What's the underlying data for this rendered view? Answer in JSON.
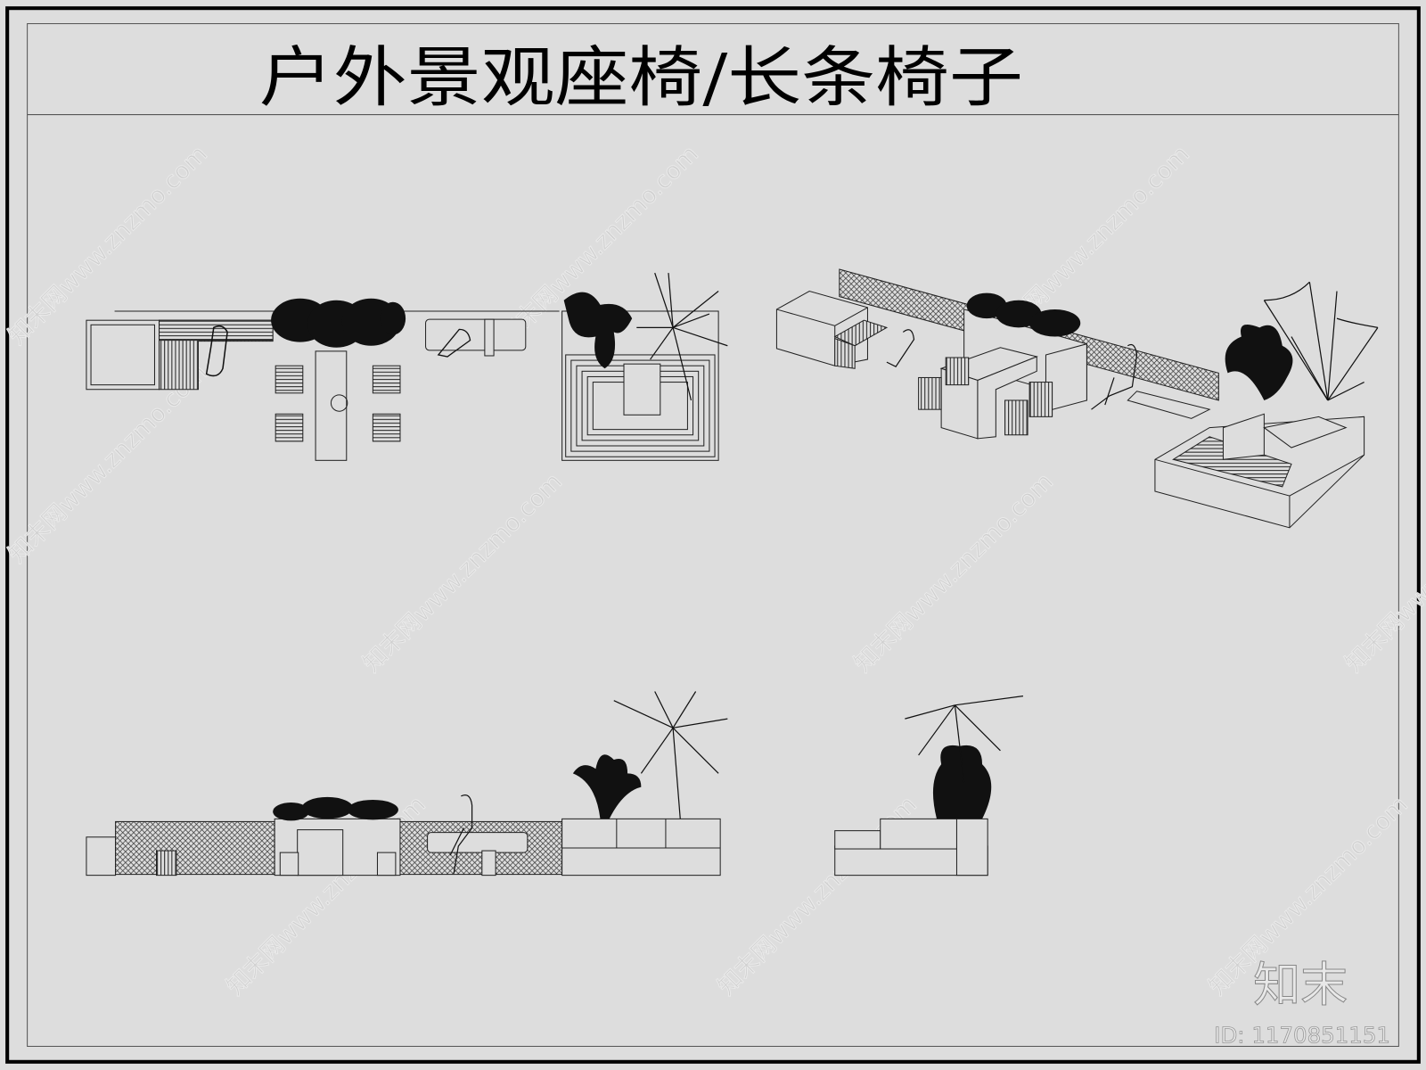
{
  "drawing": {
    "title": "户外景观座椅/长条椅子",
    "views": [
      "plan-view",
      "isometric-view",
      "front-elevation",
      "side-elevation"
    ]
  },
  "watermark": {
    "text": "知末网www.znzmo.com",
    "logo": "知末",
    "id_label": "ID: 1170851151"
  },
  "colors": {
    "background": "#dddddd",
    "line": "#222222",
    "frame": "#000000"
  }
}
